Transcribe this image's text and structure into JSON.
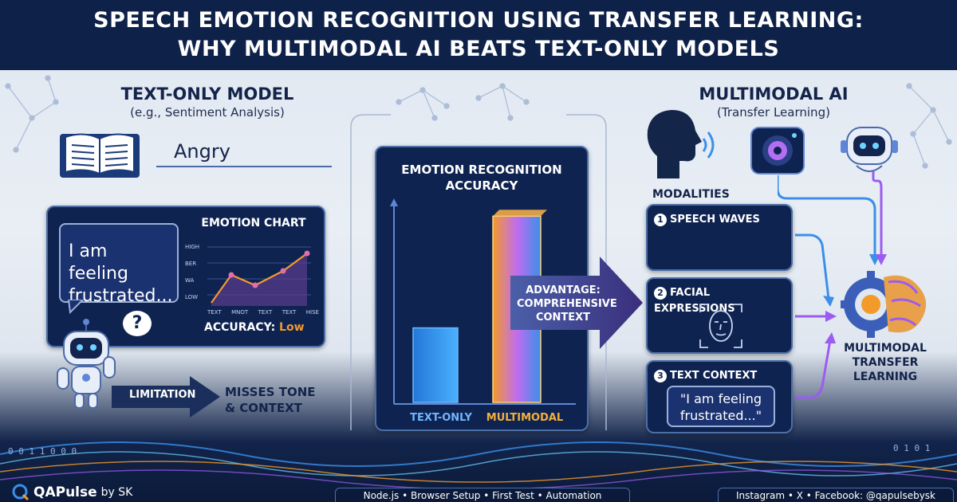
{
  "title": {
    "line1": "SPEECH EMOTION RECOGNITION USING TRANSFER LEARNING:",
    "line2": "WHY MULTIMODAL AI BEATS TEXT-ONLY MODELS"
  },
  "left": {
    "heading": "TEXT-ONLY MODEL",
    "subheading": "(e.g., Sentiment Analysis)",
    "detected_word": "Angry",
    "quote": "I am feeling frustrated...",
    "question_mark": "?",
    "chart_title": "EMOTION CHART",
    "y_ticks": [
      "HIGH",
      "BER",
      "WA",
      "LOW"
    ],
    "x_ticks": [
      "TEXT",
      "MNOT",
      "TEXT",
      "TEXT",
      "HISE"
    ],
    "accuracy_label": "ACCURACY:",
    "accuracy_value": "Low",
    "limitation_label": "LIMITATION",
    "limitation_result": "MISSES TONE & CONTEXT"
  },
  "center": {
    "title_line1": "EMOTION RECOGNITION",
    "title_line2": "ACCURACY",
    "advantage_line1": "ADVANTAGE:",
    "advantage_line2": "COMPREHENSIVE",
    "advantage_line3": "CONTEXT"
  },
  "chart_data": {
    "type": "bar",
    "title": "EMOTION RECOGNITION ACCURACY",
    "categories": [
      "TEXT-ONLY",
      "MULTIMODAL"
    ],
    "values": [
      38,
      95
    ],
    "ylim": [
      0,
      100
    ],
    "xlabel": "",
    "ylabel": "",
    "colors": [
      "#2f8fe8",
      "#c06cf0"
    ]
  },
  "right": {
    "heading": "MULTIMODAL AI",
    "subheading": "(Transfer Learning)",
    "modalities_label": "MODALITIES",
    "modalities": [
      {
        "num": "1",
        "label": "SPEECH WAVES"
      },
      {
        "num": "2",
        "label": "FACIAL EXPRESSIONS"
      },
      {
        "num": "3",
        "label": "TEXT CONTEXT"
      }
    ],
    "text_quote": "\"I am feeling frustrated...\"",
    "result_line1": "MULTIMODAL",
    "result_line2": "TRANSFER",
    "result_line3": "LEARNING"
  },
  "decor": {
    "binary_left": "0 0 1 1 0 0 0",
    "binary_right": "0 1 0 1"
  },
  "footer": {
    "brand": "QAPulse",
    "brand_suffix": "by SK",
    "topics": "Node.js • Browser Setup • First Test • Automation",
    "social": "Instagram • X • Facebook: @qapulsebysk"
  },
  "colors": {
    "navy": "#0e2149",
    "accent_orange": "#f39a2b",
    "accent_purple": "#9b5cf0",
    "accent_blue": "#3b8fe8"
  }
}
